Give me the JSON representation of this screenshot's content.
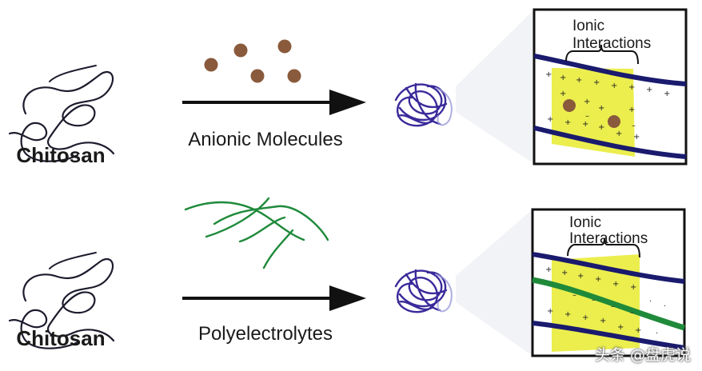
{
  "rows": [
    {
      "polymer_label": "Chitosan",
      "reagent_label": "Anionic Molecules",
      "box_title_line1": "Ionic",
      "box_title_line2": "Interactions"
    },
    {
      "polymer_label": "Chitosan",
      "reagent_label": "Polyelectrolytes",
      "box_title_line1": "Ionic",
      "box_title_line2": "Interactions"
    }
  ],
  "watermark": "头条 @盘虎说",
  "colors": {
    "chitosan_strand": "#1c1c2e",
    "anionic_molecule": "#8a5a3c",
    "polyelectrolyte": "#1f8a3a",
    "complex_strand": "#3a2a9a",
    "arrow": "#111111",
    "interaction_zone": "#e9ec3a",
    "box_strand": "#1a1a6e"
  }
}
